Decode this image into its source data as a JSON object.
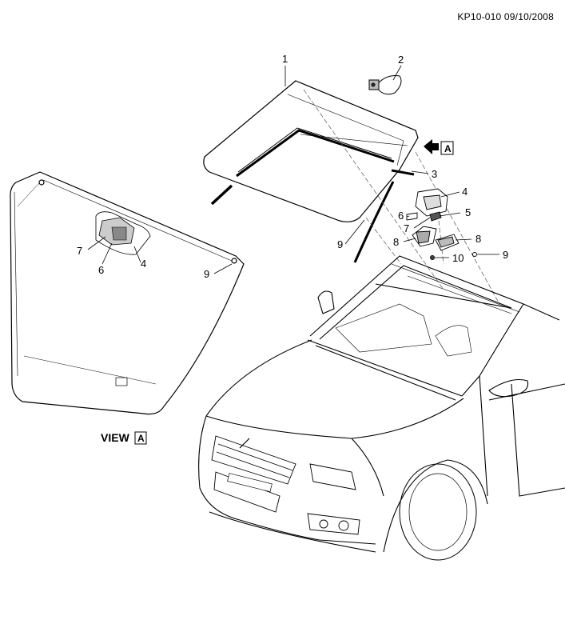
{
  "reference_id": "KP10-010 09/10/2008",
  "view_label": "VIEW",
  "view_letter": "A",
  "arrow_letter": "A",
  "callouts": {
    "c1": "1",
    "c2": "2",
    "c3": "3",
    "c4a": "4",
    "c4b": "4",
    "c5": "5",
    "c6a": "6",
    "c6b": "6",
    "c7a": "7",
    "c7b": "7",
    "c8a": "8",
    "c8b": "8",
    "c9a": "9",
    "c9b": "9",
    "c9c": "9",
    "c10": "10"
  }
}
